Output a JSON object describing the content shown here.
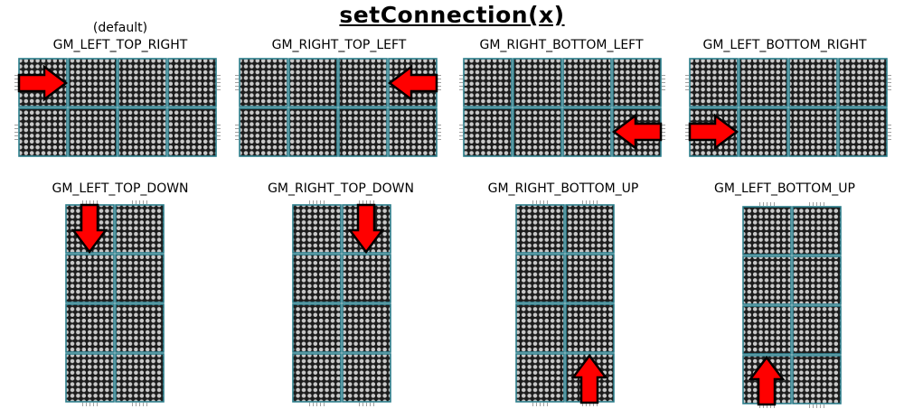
{
  "title": "setConnection(x)",
  "default_note": "(default)",
  "configurations": [
    {
      "label": "GM_LEFT_TOP_RIGHT",
      "arrow": "right"
    },
    {
      "label": "GM_RIGHT_TOP_LEFT",
      "arrow": "left"
    },
    {
      "label": "GM_RIGHT_BOTTOM_LEFT",
      "arrow": "left"
    },
    {
      "label": "GM_LEFT_BOTTOM_RIGHT",
      "arrow": "right"
    },
    {
      "label": "GM_LEFT_TOP_DOWN",
      "arrow": "down"
    },
    {
      "label": "GM_RIGHT_TOP_DOWN",
      "arrow": "down"
    },
    {
      "label": "GM_RIGHT_BOTTOM_UP",
      "arrow": "up"
    },
    {
      "label": "GM_LEFT_BOTTOM_UP",
      "arrow": "up"
    }
  ],
  "colors": {
    "matrix_background": "#1c1c1c",
    "led_dot": "#c9c9c9",
    "module_border": "#2c7e8c",
    "arrow_fill": "#ff0000",
    "arrow_stroke": "#000000"
  }
}
